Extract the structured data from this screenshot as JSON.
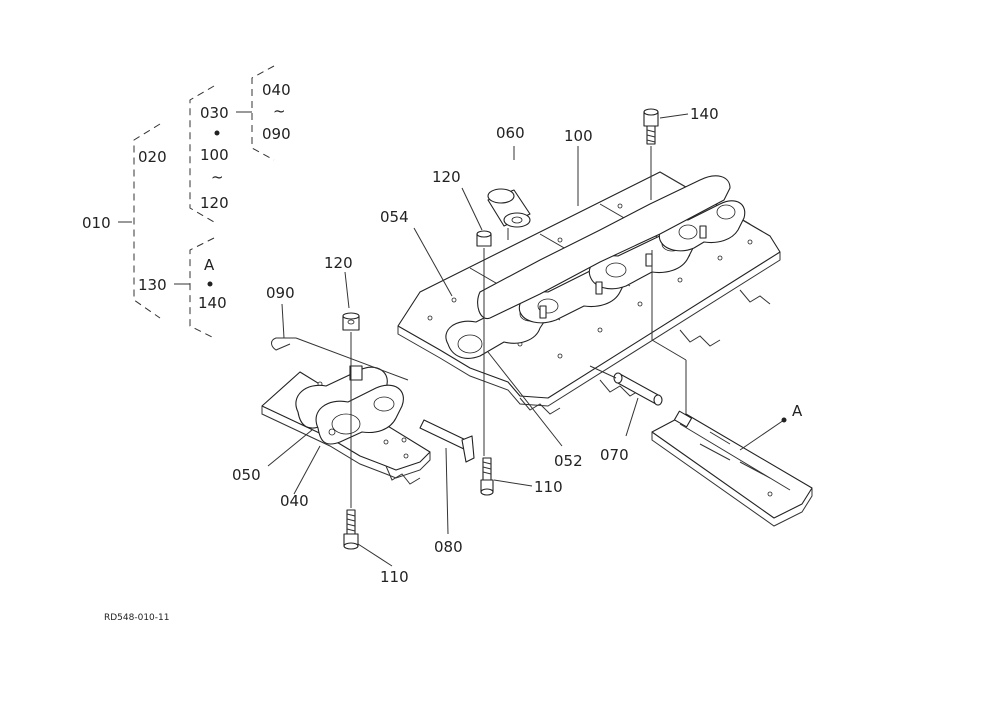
{
  "tree": {
    "root": "010",
    "branch_a": "020",
    "group_a_top": "030",
    "group_a_mid": "100",
    "group_a_tilde": "~",
    "group_a_bottom": "120",
    "subgroup_top": "040",
    "subgroup_tilde": "~",
    "subgroup_bottom": "090",
    "branch_b": "130",
    "group_b_top": "A",
    "group_b_bottom": "140"
  },
  "callouts": {
    "bolt_top": "140",
    "bushing": "060",
    "pin_chain": "100",
    "nut_upper": "120",
    "link_shoe": "054",
    "nut_lower": "120",
    "cotter_pin": "090",
    "link_right": "052",
    "pin": "070",
    "rubber_pad": "A",
    "bolt_mid": "110",
    "shoe": "050",
    "link_left": "040",
    "clip": "080",
    "bolt_bottom": "110"
  },
  "footer": {
    "drawing_code": "RD548-010-11"
  }
}
